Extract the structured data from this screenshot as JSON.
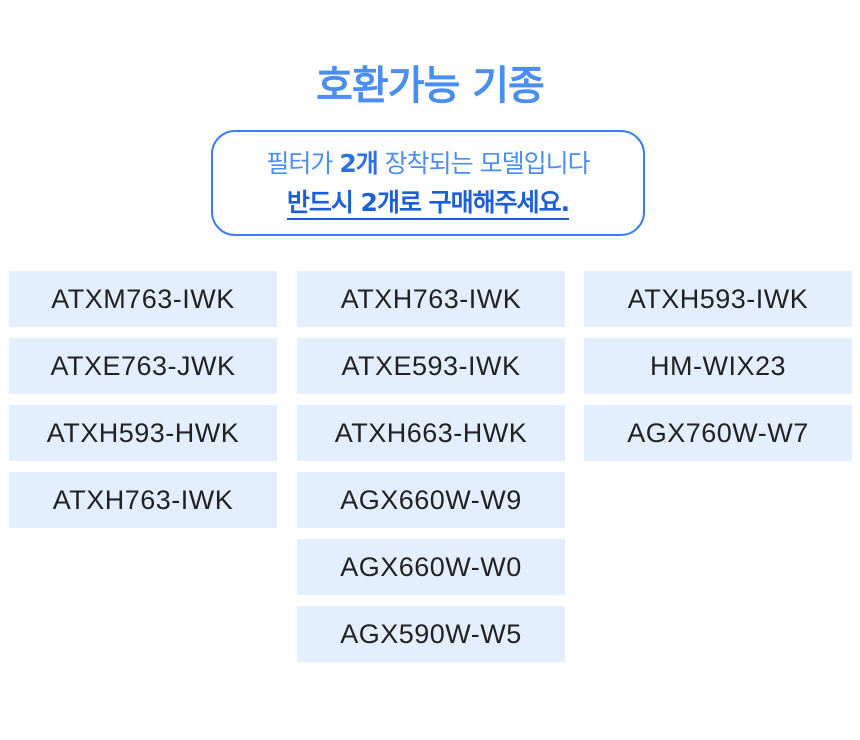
{
  "title": "호환가능 기종",
  "notice": {
    "line1_pre": "필터가 ",
    "line1_strong": "2개",
    "line1_post": " 장착되는 모델입니다",
    "line2": "반드시 2개로 구매해주세요."
  },
  "models": {
    "col1": [
      "ATXM763-IWK",
      "ATXE763-JWK",
      "ATXH593-HWK",
      "ATXH763-IWK"
    ],
    "col2": [
      "ATXH763-IWK",
      "ATXE593-IWK",
      "ATXH663-HWK",
      "AGX660W-W9",
      "AGX660W-W0",
      "AGX590W-W5"
    ],
    "col3": [
      "ATXH593-IWK",
      "HM-WIX23",
      "AGX760W-W7"
    ]
  },
  "colors": {
    "title": "#4a8ef0",
    "accent": "#1e5fd6",
    "cell_background": "#e3efff"
  }
}
